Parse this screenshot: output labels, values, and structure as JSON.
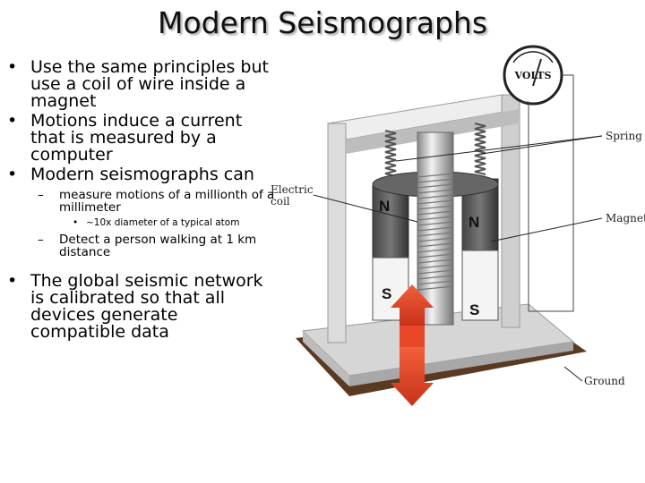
{
  "title": "Modern Seismographs",
  "bullets": [
    {
      "text": "Use the same principles but use a coil of wire inside a magnet"
    },
    {
      "text": "Motions induce a current that is measured by a computer"
    },
    {
      "text": "Modern seismographs can",
      "sub": [
        {
          "text": "measure motions of a millionth of a millimeter",
          "sub": [
            {
              "text": "~10x diameter of a typical atom"
            }
          ]
        },
        {
          "text": "Detect a person walking at 1 km distance"
        }
      ]
    },
    {
      "text": "The global seismic network is calibrated so that all devices generate compatible data"
    }
  ],
  "diagram": {
    "meter_label": "VOLTS",
    "spring_label": "Spring",
    "electric_coil_label_1": "Electric",
    "electric_coil_label_2": "coil",
    "magnet_label": "Magnet",
    "ground_label": "Ground",
    "pole_n1": "N",
    "pole_n2": "N",
    "pole_s1": "S",
    "pole_s2": "S"
  },
  "colors": {
    "frame": "#d9d9d9",
    "magnet_dark": "#555555",
    "ground": "#5a3a22",
    "arrow": "#e8472a"
  }
}
